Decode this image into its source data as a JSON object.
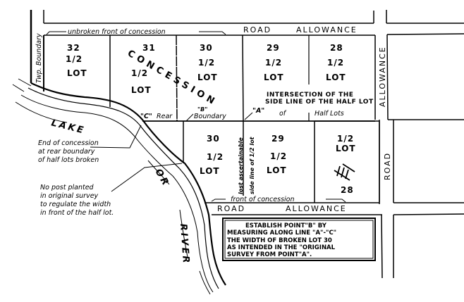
{
  "diagram": {
    "type": "survey-plan",
    "road_allowance_top": {
      "road": "ROAD",
      "allowance": "ALLOWANCE"
    },
    "road_allowance_bottom": {
      "road": "ROAD",
      "allowance": "ALLOWANCE"
    },
    "road_allowance_right": {
      "upper": "ALLOWANCE",
      "lower": "ROAD"
    },
    "twp_boundary": "Twp. Boundary",
    "unbroken_front": "unbroken front of concession",
    "front_of_concession": "front of concession",
    "concession_label": "CONCESSION",
    "rear_boundary": {
      "point_c": "\"C\"",
      "rear": "Rear",
      "boundary": "Boundary",
      "point_b": "\"B\""
    },
    "half_lots_line": {
      "point_a": "\"A\"",
      "of": "of",
      "half_lots": "Half Lots"
    },
    "intersection_note": [
      "INTERSECTION OF THE",
      "SIDE LINE OF THE HALF LOT"
    ],
    "lost_side_line": [
      "lost ascertainable",
      "side line of 1/2 lot"
    ],
    "upper_lots": [
      {
        "number": "32",
        "half": "1/2",
        "lot": "LOT"
      },
      {
        "number": "31",
        "half": "1/2",
        "lot": "LOT"
      },
      {
        "number": "30",
        "half": "1/2",
        "lot": "LOT"
      },
      {
        "number": "29",
        "half": "1/2",
        "lot": "LOT"
      },
      {
        "number": "28",
        "half": "1/2",
        "lot": "LOT"
      }
    ],
    "lower_lots": [
      {
        "number": "30",
        "half": "1/2",
        "lot": "LOT"
      },
      {
        "number": "29",
        "half": "1/2",
        "lot": "LOT"
      },
      {
        "number": "28",
        "half": "1/2",
        "lot": "LOT",
        "mark": "III"
      }
    ],
    "water": {
      "lake": "LAKE",
      "or": "OR",
      "river": "RIVER"
    },
    "notes": {
      "end_of_concession": [
        "End of concession",
        "at rear boundary",
        "of half lots broken"
      ],
      "no_post": [
        "No post planted",
        "in original survey",
        "to regulate the width",
        "in front of the half lot."
      ]
    },
    "instruction_box": [
      "ESTABLISH POINT\"B\" BY",
      "MEASURING ALONG LINE \"A\"-\"C\"",
      "THE WIDTH OF BROKEN LOT 30",
      "AS INTENDED IN THE \"ORIGINAL",
      "SURVEY FROM POINT\"A\"."
    ]
  }
}
